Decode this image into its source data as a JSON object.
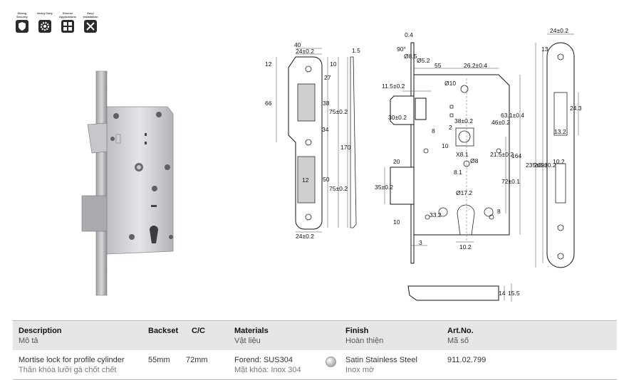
{
  "badges": [
    {
      "icon": "shield-shield-icon",
      "label": "Strong Security"
    },
    {
      "icon": "gear-icon",
      "label": "Heavy Duty"
    },
    {
      "icon": "checklist-icon",
      "label": "Diverse Applications"
    },
    {
      "icon": "tools-icon",
      "label": "Easy Installation"
    }
  ],
  "dimensions": {
    "faceplate": [
      "40",
      "24±0.2",
      "1.5",
      "12",
      "10",
      "27",
      "66",
      "38",
      "75±0.2",
      "34",
      "170",
      "50",
      "75±0.2",
      "12",
      "24±0.2"
    ],
    "body": [
      "0.4",
      "90°",
      "Ø8.5",
      "Ø5.2",
      "55",
      "26.2±0.4",
      "11.5±0.2",
      "Ø10",
      "30±0.2",
      "2",
      "38±0.2",
      "46±0.2",
      "63.1±0.4",
      "8",
      "10",
      "21.5±0.2",
      "164",
      "X8.1",
      "Ø8",
      "20",
      "8.1",
      "72±0.1",
      "35±0.2",
      "Ø17.2",
      "33.2",
      "8",
      "10",
      "10.2",
      "3"
    ],
    "strike": [
      "24±0.2",
      "13",
      "24.3",
      "13.2",
      "235±0.3",
      "209±0.2",
      "10.2"
    ],
    "bolt": [
      "14",
      "15.5"
    ]
  },
  "table": {
    "headers": [
      {
        "en": "Description",
        "vi": "Mô tả"
      },
      {
        "en": "Backset",
        "vi": ""
      },
      {
        "en": "C/C",
        "vi": ""
      },
      {
        "en": "Materials",
        "vi": "Vật liệu"
      },
      {
        "en": "Finish",
        "vi": "Hoàn thiện"
      },
      {
        "en": "Art.No.",
        "vi": "Mã số"
      }
    ],
    "row": {
      "description_en": "Mortise lock for profile cylinder",
      "description_vi": "Thân khóa lưỡi gà chốt chết",
      "backset": "55mm",
      "cc": "72mm",
      "materials_en": "Forend: SUS304",
      "materials_vi": "Mặt khóa: Inox 304",
      "finish_en": "Satin Stainless Steel",
      "finish_vi": "Inox mờ",
      "art_no": "911.02.799"
    }
  }
}
